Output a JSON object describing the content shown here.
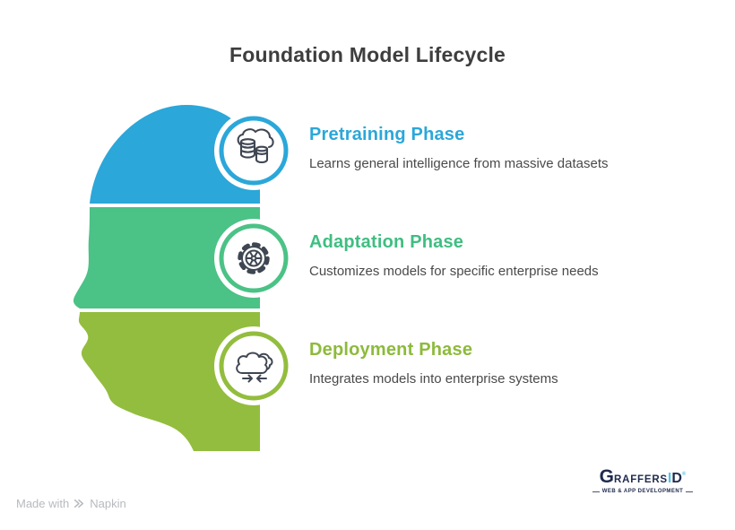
{
  "title": "Foundation Model Lifecycle",
  "phases": [
    {
      "name": "pretraining",
      "heading": "Pretraining Phase",
      "description": "Learns general intelligence from massive datasets",
      "heading_color": "#2BA7D9",
      "segment_color": "#2BA7D9",
      "icon": "database-cloud-icon"
    },
    {
      "name": "adaptation",
      "heading": "Adaptation Phase",
      "description": "Customizes models for specific enterprise needs",
      "heading_color": "#3FBE81",
      "segment_color": "#4BC286",
      "icon": "gear-icon"
    },
    {
      "name": "deployment",
      "heading": "Deployment Phase",
      "description": "Integrates models into enterprise systems",
      "heading_color": "#8DBA3C",
      "segment_color": "#93BD3E",
      "icon": "cloud-sync-icon"
    }
  ],
  "head": {
    "icon_stroke": "#3F4652"
  },
  "footer": {
    "made_with": "Made with",
    "brand": "Napkin"
  },
  "logo": {
    "g": "G",
    "raffers": "RAFFERS",
    "i": "I",
    "d": "D",
    "reg": "®",
    "tagline": "WEB & APP DEVELOPMENT"
  }
}
